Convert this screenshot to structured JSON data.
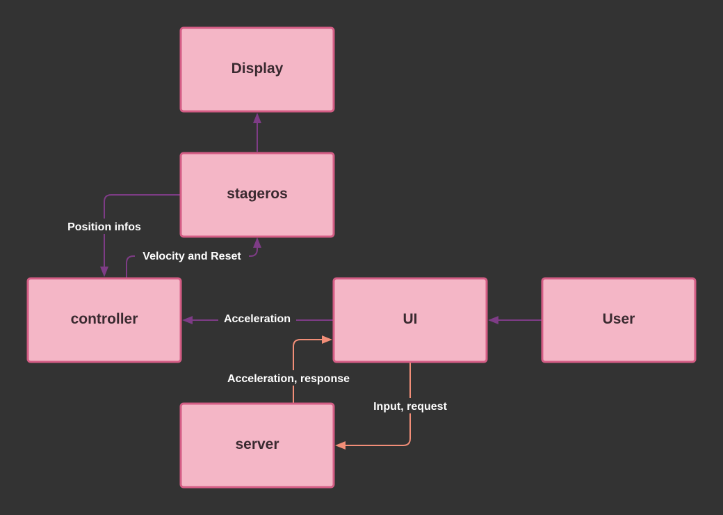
{
  "diagram": {
    "nodes": {
      "display": "Display",
      "stageros": "stageros",
      "controller": "controller",
      "ui": "UI",
      "user": "User",
      "server": "server"
    },
    "edges": {
      "stageros_to_display": "",
      "stageros_to_controller": "Position infos",
      "controller_to_stageros": "Velocity and Reset",
      "ui_to_controller": "Acceleration",
      "user_to_ui": "",
      "server_to_ui": "Acceleration, response",
      "ui_to_server": "Input, request"
    },
    "colors": {
      "background": "#333333",
      "node_fill": "#f4b6c6",
      "node_border": "#d45d85",
      "edge_primary": "#7e3c86",
      "edge_secondary": "#f28e78",
      "label_text": "#ffffff"
    }
  }
}
